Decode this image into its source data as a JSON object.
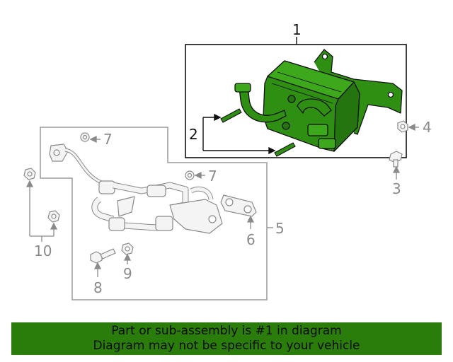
{
  "callouts": {
    "c1": "1",
    "c2": "2",
    "c3": "3",
    "c4": "4",
    "c5": "5",
    "c6": "6",
    "c7a": "7",
    "c7b": "7",
    "c8": "8",
    "c9": "9",
    "c10": "10"
  },
  "banner": {
    "line1": "Part or sub-assembly is #1 in diagram",
    "line2": "Diagram may not be specific to your vehicle"
  },
  "colors": {
    "highlight_part": "#2f8f12",
    "banner_bg": "#2a7d0a",
    "grey_part": "#8a8a8a",
    "outline": "#111111"
  },
  "icons": {
    "highlighted": "transmission-oil-cooler",
    "others": [
      "bolt",
      "nut",
      "washer",
      "hose",
      "seal-plate",
      "clip"
    ]
  }
}
